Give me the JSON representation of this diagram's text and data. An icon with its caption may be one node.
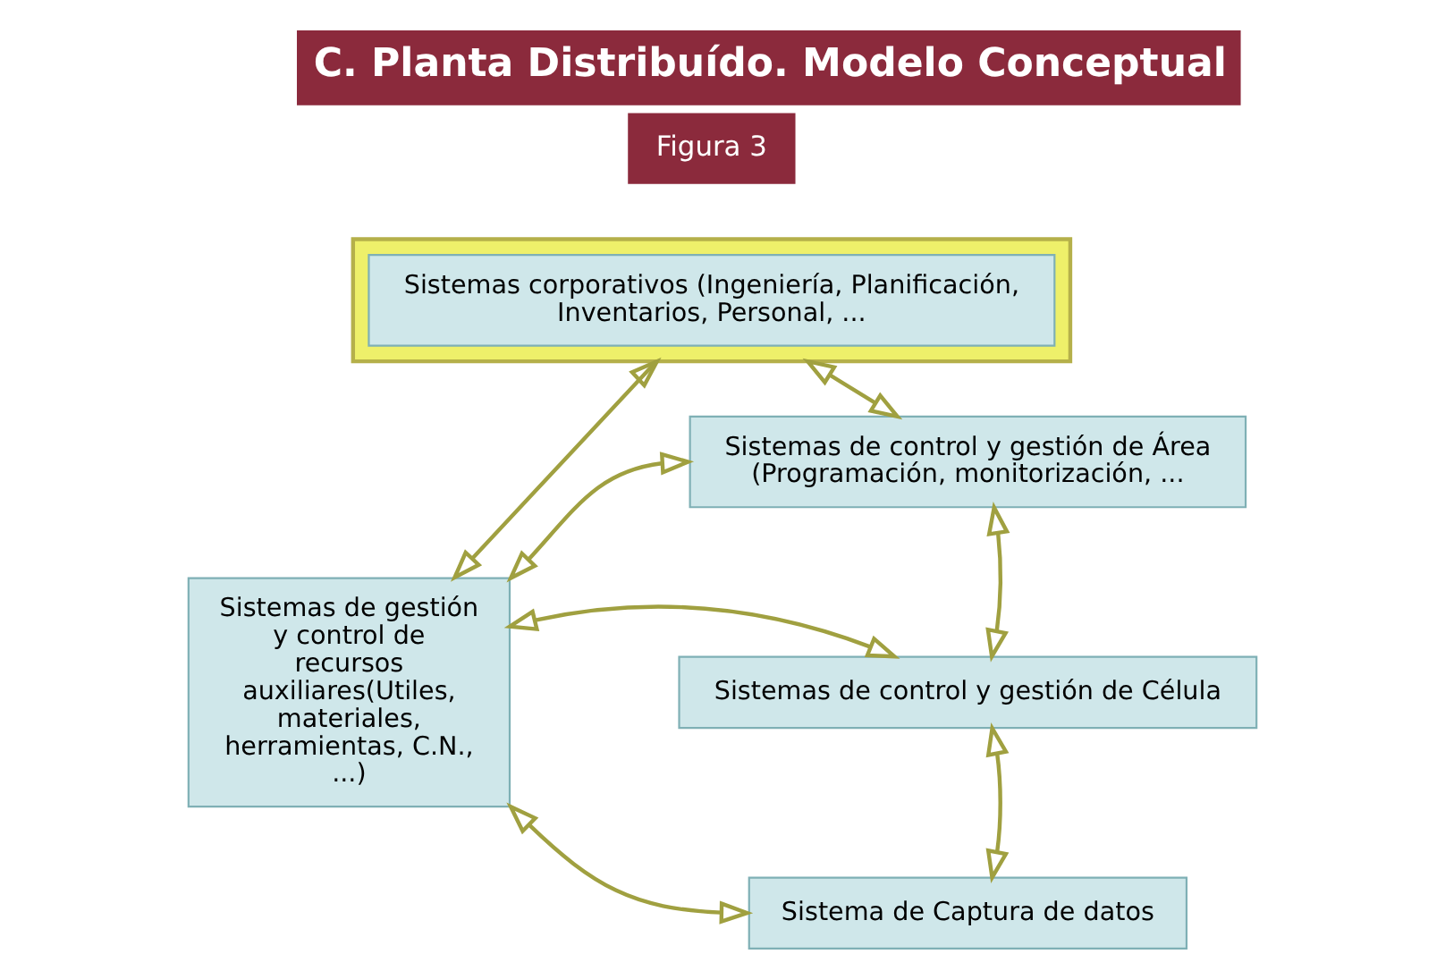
{
  "diagram": {
    "title": "C. Planta Distribuído. Modelo Conceptual",
    "nodes": [
      {
        "text": [],
        "shape": "box"
      },
      {
        "text": [
          "Sistemas corporativos (Ingeniería, Planificación, Inventarios, Personal, ..."
        ],
        "in": 0
      },
      {
        "text": [
          "Sistemas de gestión y control de recursos auxiliares(Utiles, materiales, herramientas, C.N., ...)"
        ]
      },
      {
        "text": [
          "Sistemas de control y gestión de Área (Programación, monitorización, ..."
        ]
      },
      {
        "text": [
          "Sistemas de control y gestión de Célula"
        ]
      },
      {
        "text": [
          "Sistema de Captura de datos"
        ]
      }
    ],
    "edges": [
      {
        "from": 0,
        "to": 2,
        "arrow": "both"
      },
      {
        "from": 0,
        "to": 3,
        "arrow": "both"
      },
      {
        "from": 2,
        "to": 3,
        "arrow": "both"
      },
      {
        "from": 3,
        "to": 4,
        "arrow": "both"
      },
      {
        "from": 2,
        "to": 4,
        "arrow": "both"
      },
      {
        "from": 4,
        "to": 5,
        "arrow": "both"
      },
      {
        "from": 2,
        "to": 5,
        "arrow": "both"
      }
    ],
    "labels": [
      "Figura 3"
    ]
  }
}
